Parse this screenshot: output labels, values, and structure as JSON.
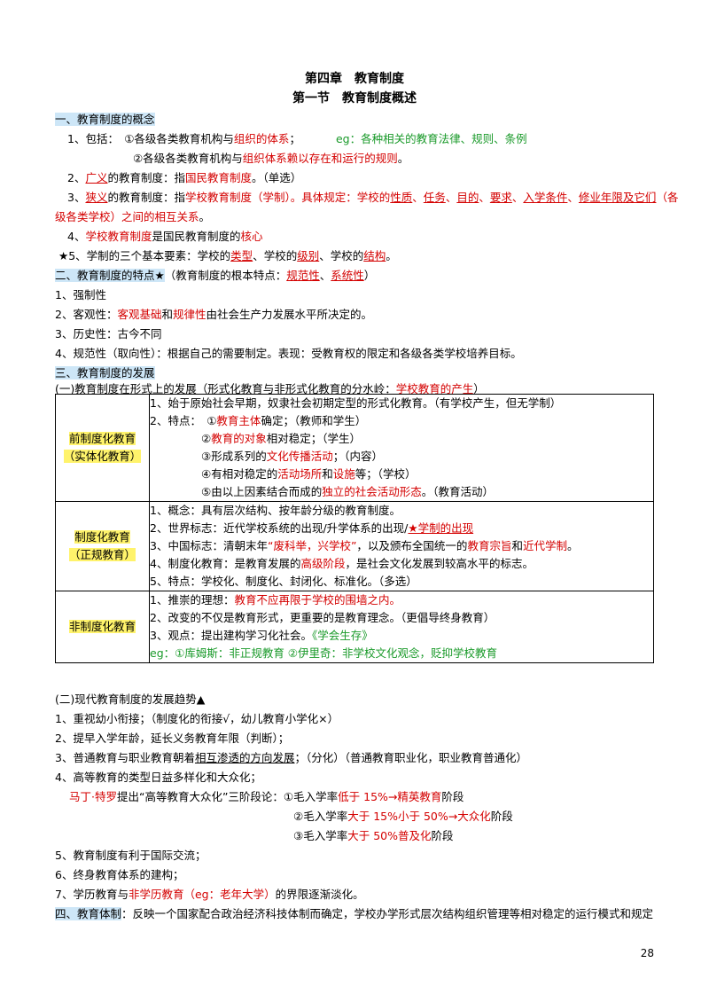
{
  "chapter_title": "第四章　教育制度",
  "section_title": "第一节　教育制度概述",
  "s1": {
    "heading": "一、教育制度的概念",
    "i1a": "1、包括：　①各级各类教育机构与",
    "i1b": "组织的体系",
    "i1c": "；",
    "i1d": "eg：各种相关的教育法律、规则、条例",
    "i1e": "②各级各类教育机构与",
    "i1f": "组织体系赖以存在和运行的规则",
    "i1g": "。",
    "i2a": "2、",
    "i2b": "广义",
    "i2c": "的教育制度：指",
    "i2d": "国民教育制度",
    "i2e": "。（单选）",
    "i3a": "3、",
    "i3b": "狭义",
    "i3c": "的教育制度：指",
    "i3d": "学校教育制度（学制）",
    "i3e": "。具体规定：学校的",
    "i3f": "性质",
    "i3g": "、",
    "i3h": "任务",
    "i3i": "、",
    "i3j": "目的",
    "i3k": "、",
    "i3l": "要求",
    "i3m": "、",
    "i3n": "入学条件",
    "i3o": "、",
    "i3p": "修业年限及它们",
    "i3q": "（各",
    "i3r": "级各类学校）之间的相互关系",
    "i3s": "。",
    "i4a": "4、",
    "i4b": "学校教育制度",
    "i4c": "是国民教育制度的",
    "i4d": "核心",
    "i5a": "★5、学制的三个基本要素：学校的",
    "i5b": "类型",
    "i5c": "、学校的",
    "i5d": "级别",
    "i5e": "、学校的",
    "i5f": "结构",
    "i5g": "。"
  },
  "s2": {
    "heading": "二、教育制度的特点★",
    "heading_tail_a": "（教育制度的根本特点：",
    "heading_tail_b": "规范性",
    "heading_tail_c": "、",
    "heading_tail_d": "系统性",
    "heading_tail_e": "）",
    "i1": "1、强制性",
    "i2a": "2、客观性：",
    "i2b": "客观基础",
    "i2c": "和",
    "i2d": "规律性",
    "i2e": "由社会生产力发展水平所决定的。",
    "i3": "3、历史性：古今不同",
    "i4": "4、规范性（取向性）：根据自己的需要制定。表现：受教育权的限定和各级各类学校培养目标。"
  },
  "s3": {
    "heading": "三、教育制度的发展",
    "sub1a": "(一)教育制度在形式上的发展（形式化教育与非形式化教育的分水岭：",
    "sub1b": "学校教育的产生",
    "sub1c": "）",
    "table": {
      "r1_label1": "前制度化教育",
      "r1_label2": "（实体化教育）",
      "r1_l1": "1、始于原始社会早期，奴隶社会初期定型的形式化教育。（有学校产生，但无学制）",
      "r1_l2": "2、特点：　①",
      "r1_l2b": "教育主体",
      "r1_l2c": "确定；（教师和学生）",
      "r1_l3a": "②",
      "r1_l3b": "教育的对象",
      "r1_l3c": "相对稳定；（学生）",
      "r1_l4a": "③形成系列的",
      "r1_l4b": "文化传播活动",
      "r1_l4c": "；（内容）",
      "r1_l5a": "④有相对稳定的",
      "r1_l5b": "活动场所",
      "r1_l5c": "和",
      "r1_l5d": "设施",
      "r1_l5e": "等；（学校）",
      "r1_l6a": "⑤由以上因素结合而成的",
      "r1_l6b": "独立的社会活动形态",
      "r1_l6c": "。（教育活动）",
      "r2_label1": "制度化教育",
      "r2_label2": "（正规教育）",
      "r2_l1": "1、概念：具有层次结构、按年龄分级的教育制度。",
      "r2_l2a": "2、世界标志：近代学校系统的出现/升学体系的出现/",
      "r2_l2b": "★学制的出现",
      "r2_l3a": "3、中国标志：清朝末年",
      "r2_l3b": "“废科举，兴学校”",
      "r2_l3c": "，以及颁布全国统一的",
      "r2_l3d": "教育宗旨",
      "r2_l3e": "和",
      "r2_l3f": "近代学制",
      "r2_l3g": "。",
      "r2_l4a": "4、制度化教育：是教育发展的",
      "r2_l4b": "高级阶段",
      "r2_l4c": "，是社会文化发展到较高水平的标志。",
      "r2_l5": "5、特点：学校化、制度化、封闭化、标准化。（多选）",
      "r3_label": "非制度化教育",
      "r3_l1a": "1、推崇的理想：",
      "r3_l1b": "教育不应再限于学校的围墙之内。",
      "r3_l2": "2、改变的不仅是教育形式，更重要的是教育理念。（更倡导终身教育）",
      "r3_l3a": "3、观点：提出建构学习化社会。",
      "r3_l3b": "《学会生存》",
      "r3_l4": "eg：①库姆斯：非正规教育 ②伊里奇：非学校文化观念，贬抑学校教育"
    },
    "sub2": "(二)现代教育制度的发展趋势▲",
    "t1": "1、重视幼小衔接；（制度化的衔接√，幼儿教育小学化×）",
    "t2": "2、提早入学年龄，延长义务教育年限（判断）；",
    "t3a": "3、普通教育与职业教育朝着",
    "t3b": "相互渗透的方向发展",
    "t3c": "；（分化）（普通教育职业化，职业教育普通化）",
    "t4": "4、高等教育的类型日益多样化和大众化；",
    "trow_a": "马丁·特罗",
    "trow_b": "提出“高等教育大众化”三阶段论：①毛入学率",
    "trow_c": "低于 15%→精英教育",
    "trow_d": "阶段",
    "tr2a": "②毛入学率",
    "tr2b": "大于 15%小于 50%→大众化",
    "tr2c": "阶段",
    "tr3a": "③毛入学率",
    "tr3b": "大于 50%普及化",
    "tr3c": "阶段",
    "t5": "5、教育制度有利于国际交流；",
    "t6": "6、终身教育体系的建构；",
    "t7a": "7、学历教育与",
    "t7b": "非学历教育（eg：老年大学）",
    "t7c": "的界限逐渐淡化。"
  },
  "s4": {
    "heading": "四、教育体制",
    "text": "：反映一个国家配合政治经济科技体制而确定，学校办学形式层次结构组织管理等相对稳定的运行模式和规定"
  },
  "page_number": "28",
  "colors": {
    "red": "#d40000",
    "green": "#1a9a2a",
    "blue_highlight": "#cde6f7",
    "yellow_highlight": "#fff36b"
  }
}
